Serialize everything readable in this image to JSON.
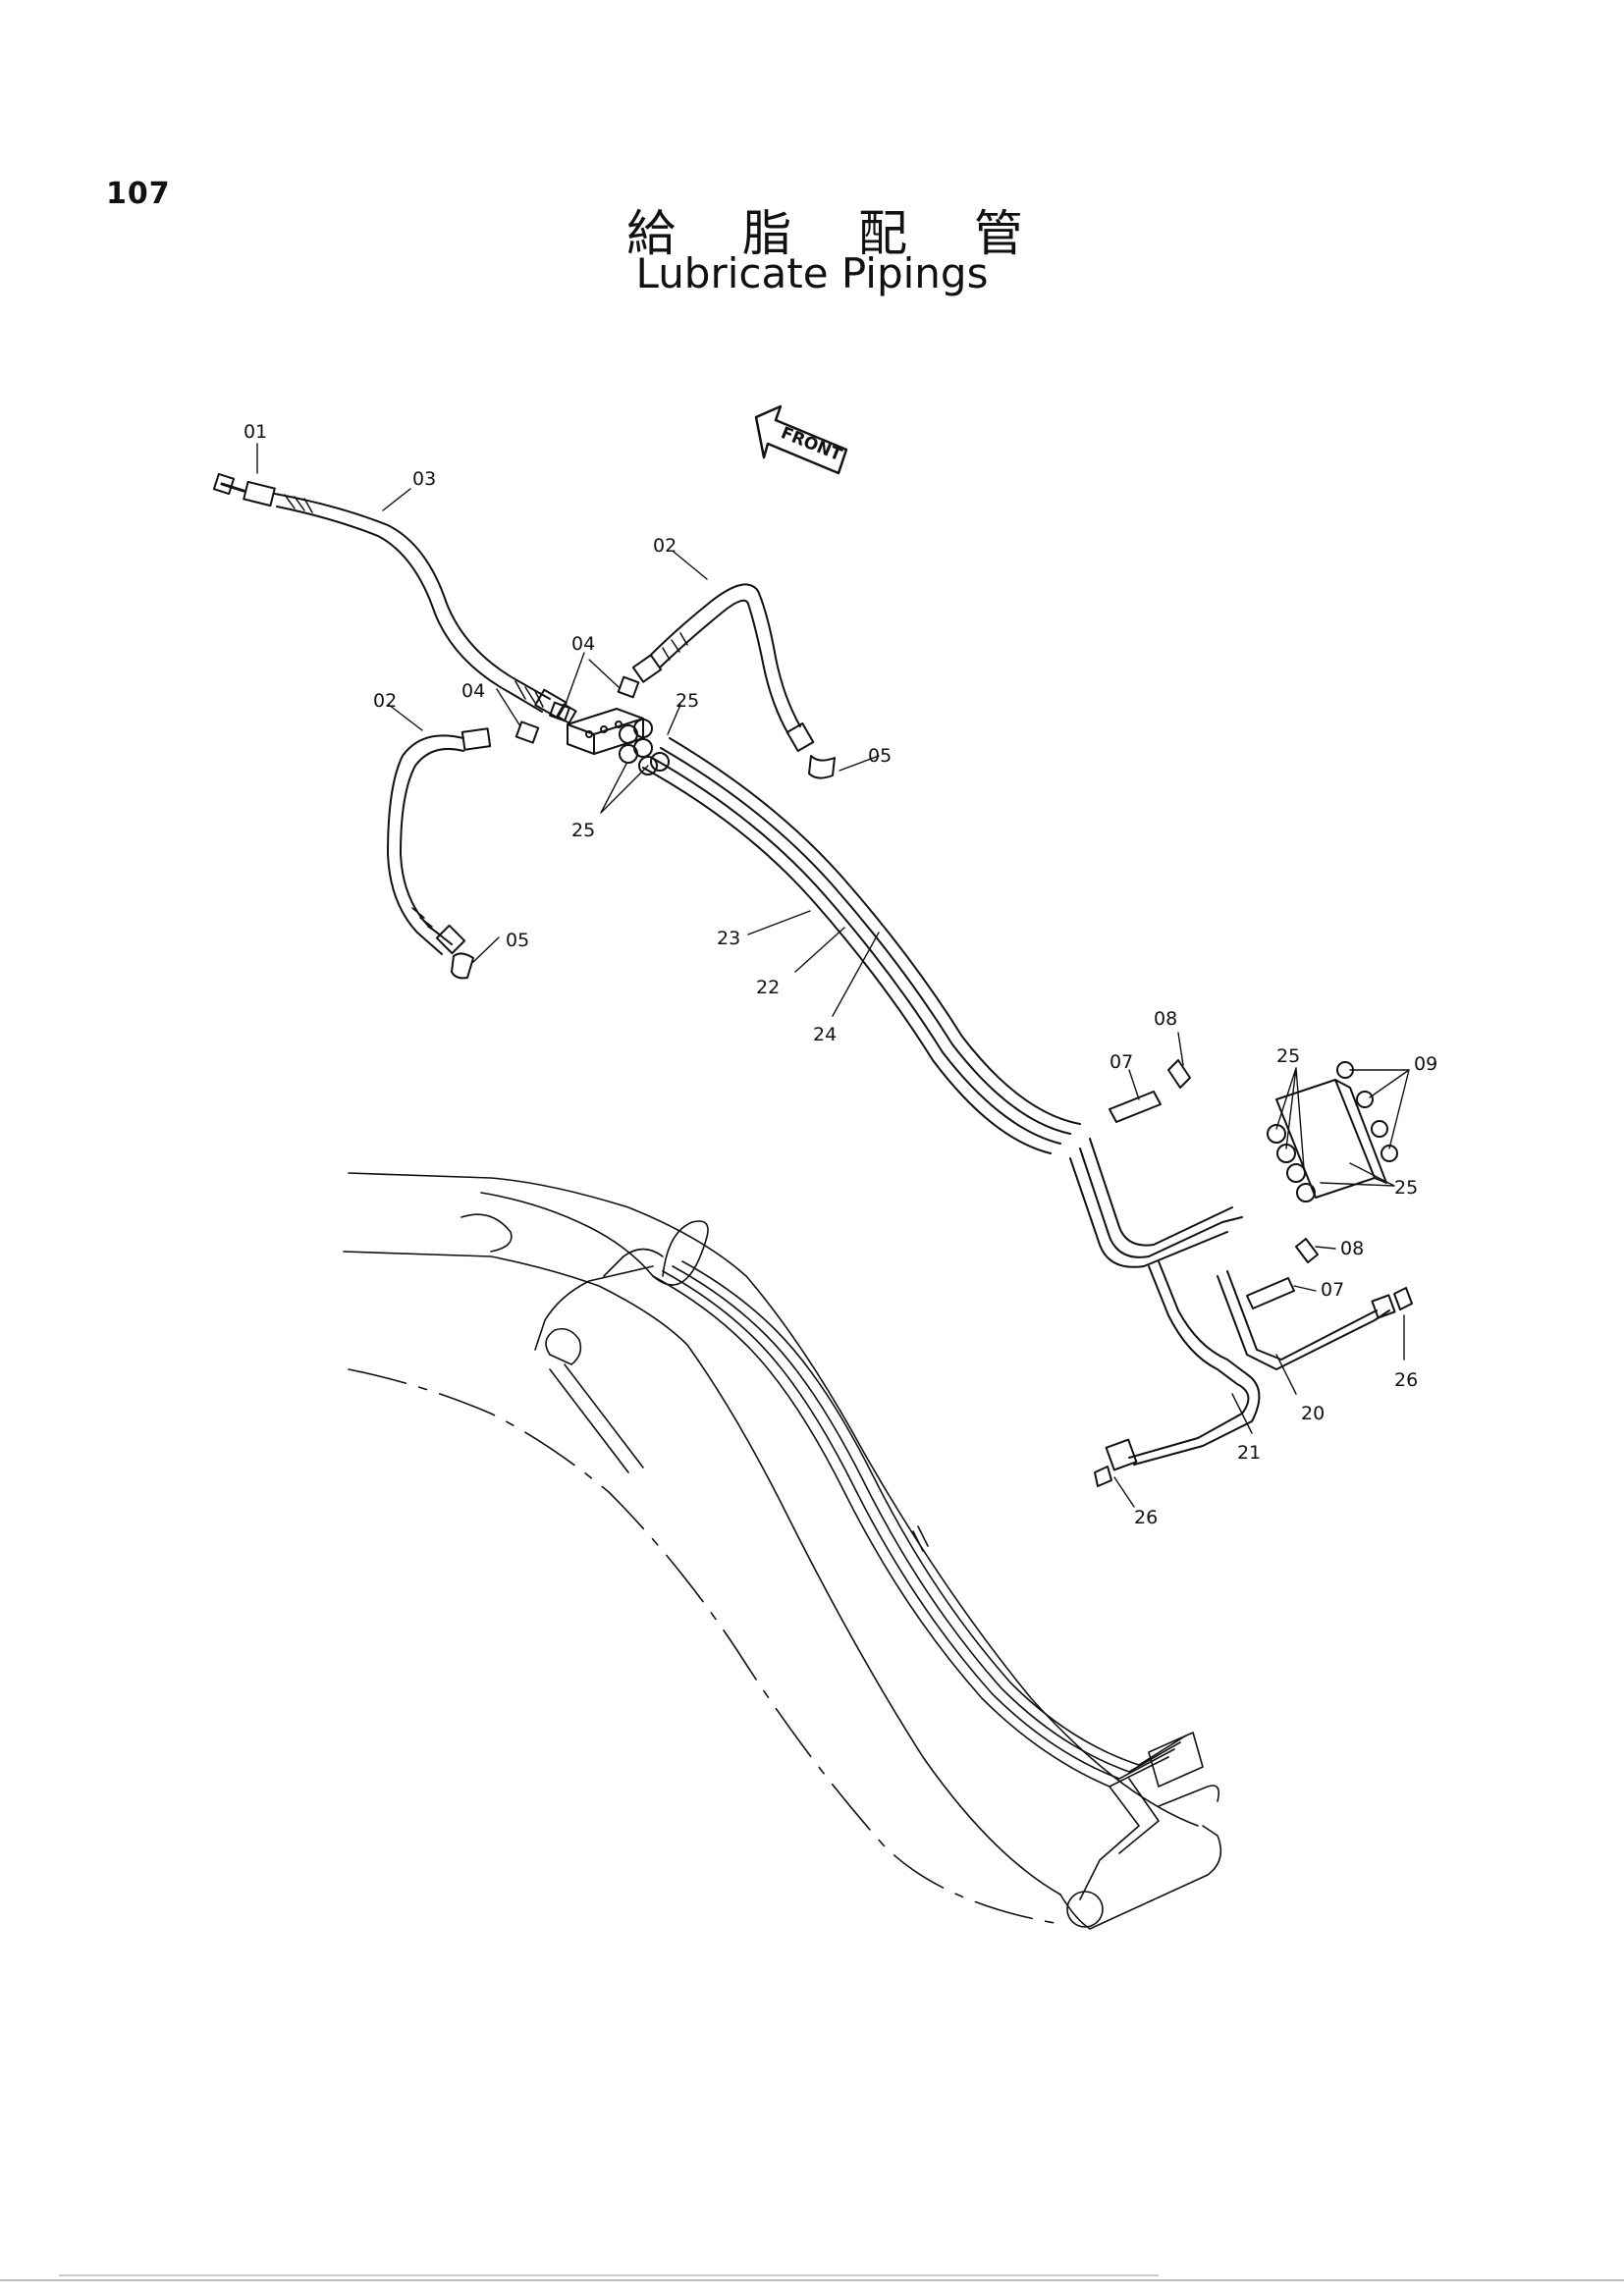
{
  "page": {
    "number": "107",
    "title_jp": "給 脂 配 管",
    "title_en": "Lubricate Pipings",
    "front_label": "FRONT"
  },
  "parts": [
    {
      "id": "callout-01",
      "label": "01"
    },
    {
      "id": "callout-03",
      "label": "03"
    },
    {
      "id": "callout-02a",
      "label": "02"
    },
    {
      "id": "callout-02b",
      "label": "02"
    },
    {
      "id": "callout-04a",
      "label": "04"
    },
    {
      "id": "callout-04b",
      "label": "04"
    },
    {
      "id": "callout-25a",
      "label": "25"
    },
    {
      "id": "callout-25b",
      "label": "25"
    },
    {
      "id": "callout-25c",
      "label": "25"
    },
    {
      "id": "callout-25d",
      "label": "25"
    },
    {
      "id": "callout-05a",
      "label": "05"
    },
    {
      "id": "callout-05b",
      "label": "05"
    },
    {
      "id": "callout-23",
      "label": "23"
    },
    {
      "id": "callout-22",
      "label": "22"
    },
    {
      "id": "callout-24",
      "label": "24"
    },
    {
      "id": "callout-08a",
      "label": "08"
    },
    {
      "id": "callout-07a",
      "label": "07"
    },
    {
      "id": "callout-09",
      "label": "09"
    },
    {
      "id": "callout-08b",
      "label": "08"
    },
    {
      "id": "callout-07b",
      "label": "07"
    },
    {
      "id": "callout-26a",
      "label": "26"
    },
    {
      "id": "callout-20",
      "label": "20"
    },
    {
      "id": "callout-21",
      "label": "21"
    },
    {
      "id": "callout-26b",
      "label": "26"
    }
  ],
  "colors": {
    "ink": "#111111",
    "paper": "#ffffff"
  }
}
